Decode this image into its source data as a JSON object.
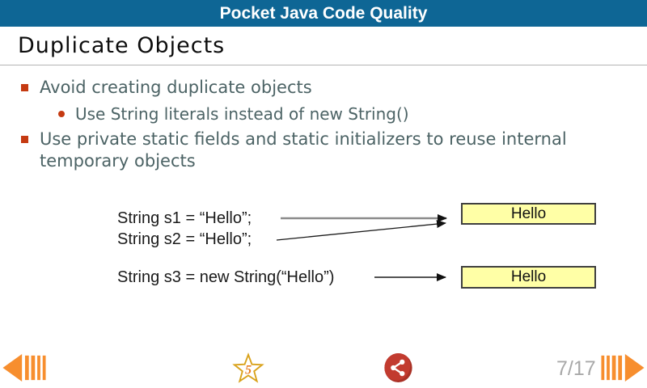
{
  "header": {
    "title": "Pocket Java Code Quality"
  },
  "slide": {
    "title": "Duplicate Objects",
    "bullets": [
      {
        "level": 1,
        "text": "Avoid creating duplicate objects"
      },
      {
        "level": 2,
        "text": "Use String literals instead of new String()"
      },
      {
        "level": 1,
        "text": "Use private static fields and static initializers to reuse internal temporary objects"
      }
    ],
    "diagram": {
      "code_line_1": "String s1 = “Hello”;",
      "code_line_2": "String s2 = “Hello”;",
      "code_line_3": "String s3 = new String(“Hello”)",
      "box1_label": "Hello",
      "box2_label": "Hello"
    }
  },
  "footer": {
    "page_indicator": "7/17",
    "icons": {
      "prev": "prev-arrow-icon",
      "star": "star-icon",
      "share": "share-icon",
      "next": "next-arrow-icon"
    }
  },
  "colors": {
    "header_bg": "#0e6695",
    "slide_text": "#4c6365",
    "bullet_marker": "#c53a11",
    "box_fill": "#ffffa6",
    "box_border": "#3f3f3f",
    "nav_orange": "#f78e2e",
    "share_red": "#c23b2f",
    "share_red_dark": "#a93126",
    "star_gold": "#d9a21b",
    "page_gray": "#a8a8a8"
  }
}
